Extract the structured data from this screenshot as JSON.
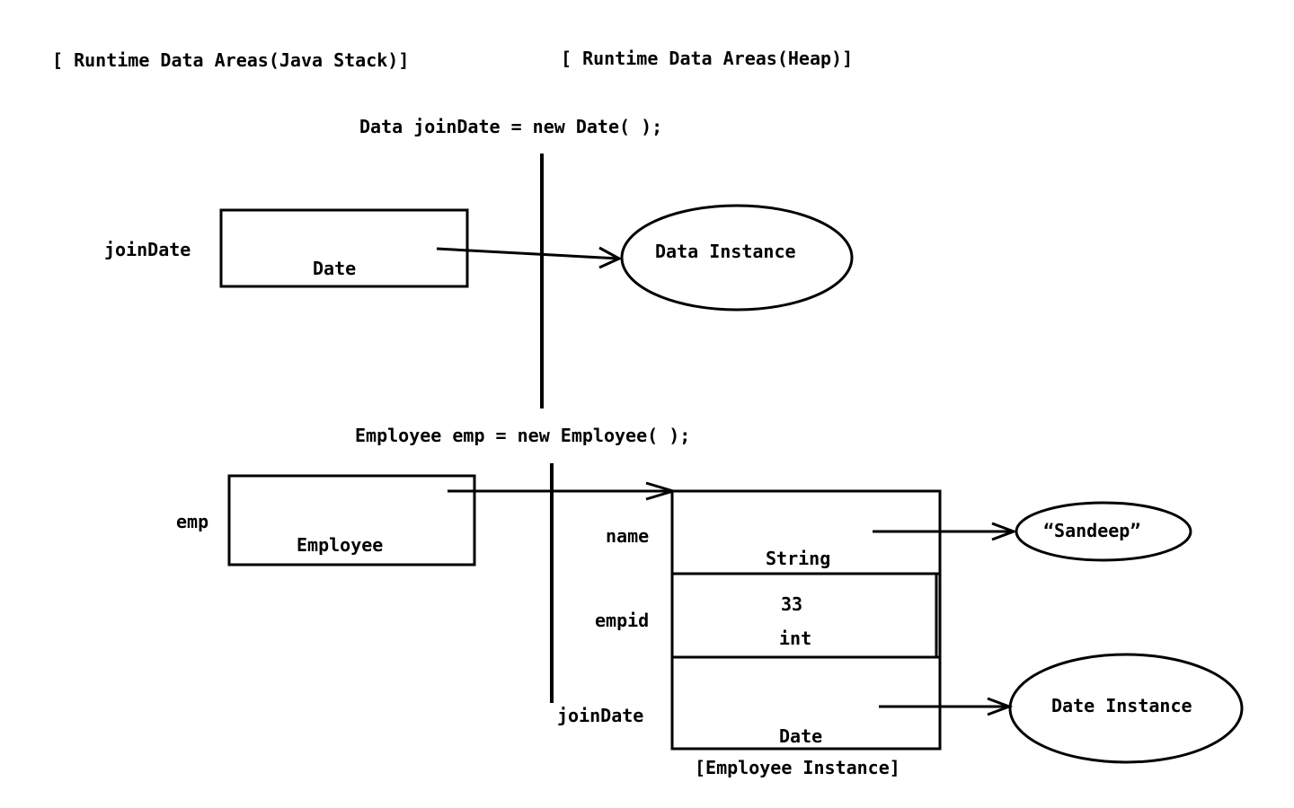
{
  "headers": {
    "stack": "[ Runtime Data Areas(Java Stack)]",
    "heap": "[ Runtime Data Areas(Heap)]"
  },
  "section_date": {
    "code": "Data joinDate = new Date( );",
    "variable_label": "joinDate",
    "variable_type": "Date",
    "instance_label": "Data Instance"
  },
  "section_employee": {
    "code": "Employee emp = new Employee( );",
    "variable_label": "emp",
    "variable_type": "Employee",
    "fields": [
      {
        "name": "name",
        "type": "String",
        "value": ""
      },
      {
        "name": "empid",
        "type": "int",
        "value": "33"
      },
      {
        "name": "joinDate",
        "type": "Date",
        "value": ""
      }
    ],
    "instance_caption": "[Employee Instance]",
    "string_instance": "“Sandeep”",
    "date_instance": "Date Instance"
  }
}
